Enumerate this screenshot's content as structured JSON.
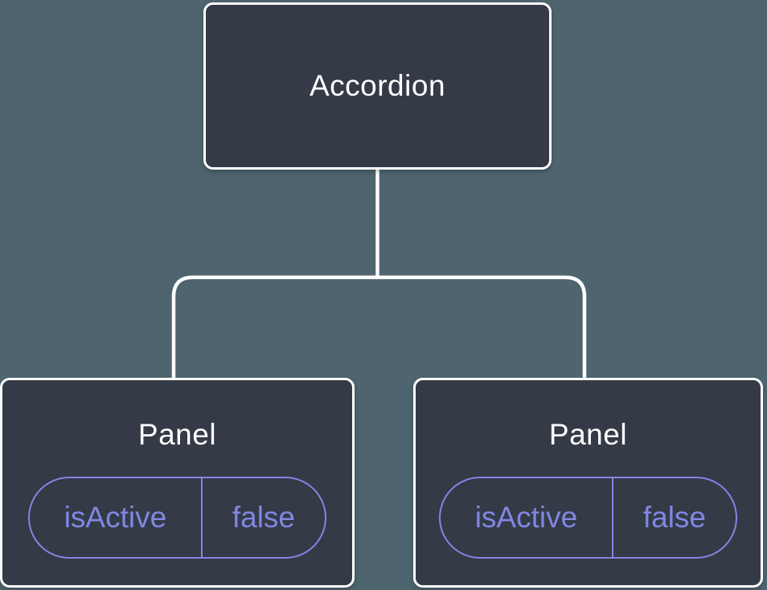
{
  "colors": {
    "background": "#4e6570",
    "node_fill": "#343a46",
    "node_border": "#ffffff",
    "node_text": "#ffffff",
    "state_accent": "#8286e3",
    "connector": "#ffffff"
  },
  "tree": {
    "root": {
      "label": "Accordion"
    },
    "children": [
      {
        "label": "Panel",
        "props": [
          {
            "name": "isActive",
            "value": "false"
          }
        ]
      },
      {
        "label": "Panel",
        "props": [
          {
            "name": "isActive",
            "value": "false"
          }
        ]
      }
    ]
  }
}
